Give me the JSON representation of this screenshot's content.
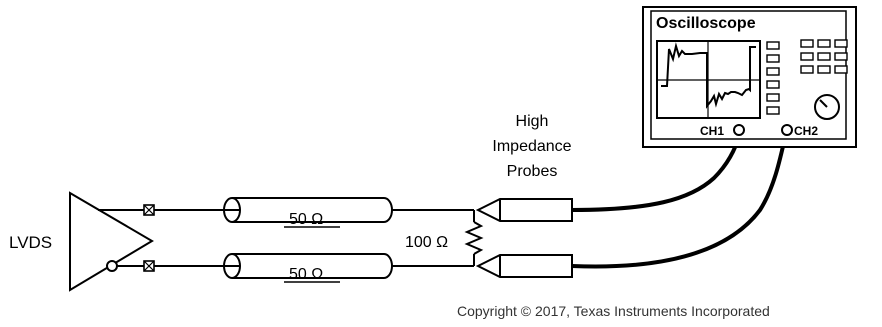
{
  "driver": {
    "label": "LVDS"
  },
  "cables": [
    {
      "label": "50 Ω"
    },
    {
      "label": "50 Ω"
    }
  ],
  "termination": {
    "label": "100 Ω"
  },
  "probes": {
    "line1": "High",
    "line2": "Impedance",
    "line3": "Probes"
  },
  "oscilloscope": {
    "title": "Oscilloscope",
    "channel1": "CH1",
    "channel2": "CH2"
  },
  "copyright": "Copyright © 2017, Texas Instruments Incorporated"
}
